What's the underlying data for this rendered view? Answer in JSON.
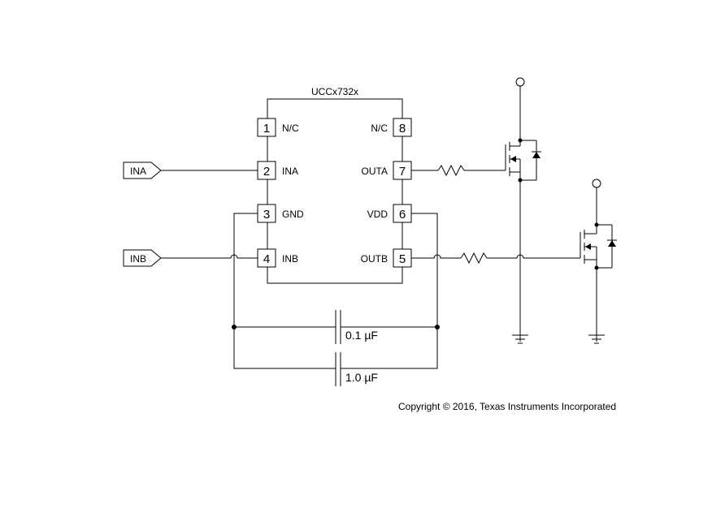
{
  "chip": {
    "name": "UCCx732x",
    "pins_left": [
      {
        "num": "1",
        "label": "N/C"
      },
      {
        "num": "2",
        "label": "INA"
      },
      {
        "num": "3",
        "label": "GND"
      },
      {
        "num": "4",
        "label": "INB"
      }
    ],
    "pins_right": [
      {
        "num": "8",
        "label": "N/C"
      },
      {
        "num": "7",
        "label": "OUTA"
      },
      {
        "num": "6",
        "label": "VDD"
      },
      {
        "num": "5",
        "label": "OUTB"
      }
    ]
  },
  "inputs": {
    "ina": "INA",
    "inb": "INB"
  },
  "capacitors": {
    "c1": "0.1 µF",
    "c2": "1.0 µF"
  },
  "copyright": "Copyright © 2016,  Texas Instruments Incorporated"
}
